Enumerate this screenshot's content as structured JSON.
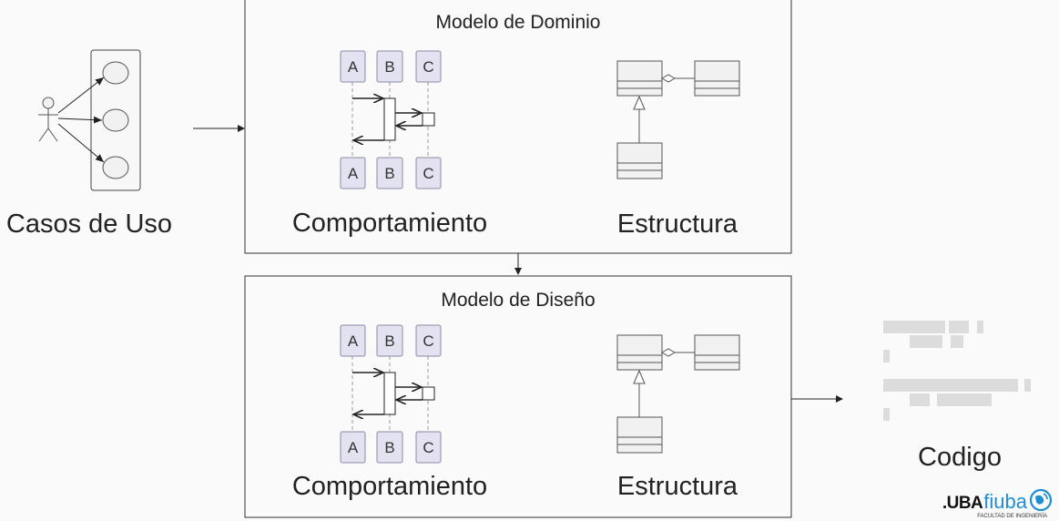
{
  "diagram": {
    "use_cases_label": "Casos de Uso",
    "domain_model": {
      "title": "Modelo de Dominio",
      "behavior_label": "Comportamiento",
      "structure_label": "Estructura",
      "participants": [
        "A",
        "B",
        "C"
      ]
    },
    "design_model": {
      "title": "Modelo de Diseño",
      "behavior_label": "Comportamiento",
      "structure_label": "Estructura",
      "participants": [
        "A",
        "B",
        "C"
      ]
    },
    "code_label": "Codigo"
  },
  "logo": {
    "uba": ".UBA",
    "fiuba": "fiuba",
    "subtitle": "FACULTAD DE INGENIERÍA"
  },
  "colors": {
    "participant_fill": "#e2e2f0",
    "participant_stroke": "#8a8aa5",
    "usecase_fill": "#f1f1f1",
    "class_fill": "#f1f1f1",
    "code_placeholder": "#dcdcdc",
    "logo_blue": "#1e8fd0"
  }
}
